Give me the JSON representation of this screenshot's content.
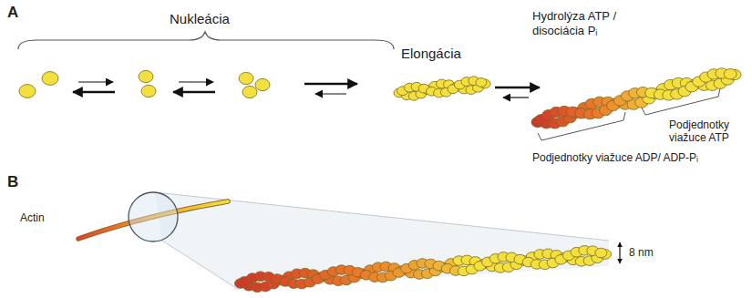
{
  "diagram": {
    "labels": [
      "A",
      "Nukleácia",
      "Elongácia",
      "Hydrolýza ATP / disociácia Pᵢ",
      "Podjednotky viažuce ATP",
      "Podjednotky viažuce ADP/ ADP-Pᵢ",
      "B",
      "Actin",
      "8 nm"
    ]
  }
}
